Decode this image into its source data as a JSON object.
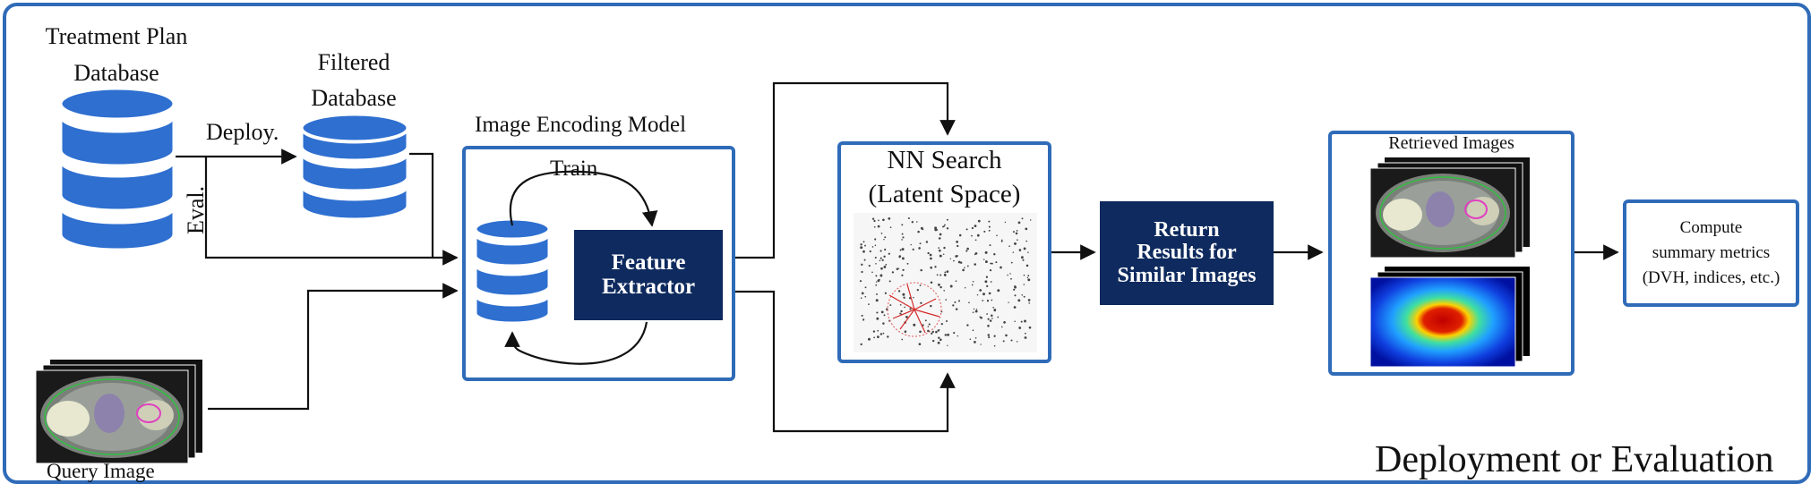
{
  "labels": {
    "treatment_db": "Treatment Plan\nDatabase",
    "filtered_db": "Filtered\nDatabase",
    "deploy": "Deploy.",
    "eval": "Eval.",
    "encoding_model": "Image Encoding Model",
    "train": "Train",
    "feature_extractor": "Feature\nExtractor",
    "nn_search": "NN Search\n(Latent Space)",
    "return_results": "Return\nResults for\nSimilar Images",
    "retrieved_images": "Retrieved Images",
    "compute_metrics": "Compute\nsummary metrics\n(DVH, indices, etc.)",
    "query_image": "Query Image",
    "footer": "Deployment or Evaluation"
  },
  "colors": {
    "frame_blue": "#2f6bb8",
    "db_blue": "#2e6fd0",
    "navy": "#0e2a5e",
    "arrow": "#111111"
  }
}
